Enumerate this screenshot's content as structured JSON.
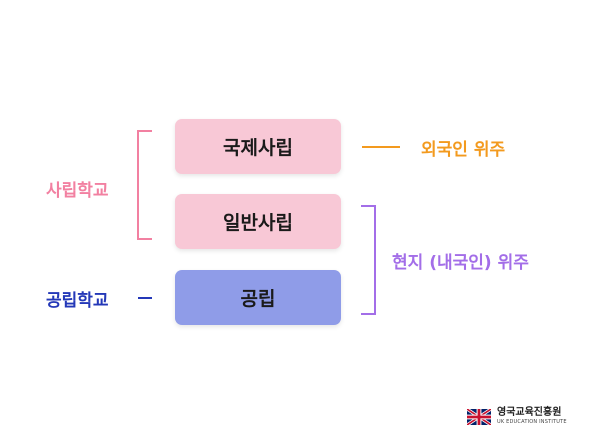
{
  "boxes": {
    "international_private": "국제사립",
    "general_private": "일반사립",
    "public": "공립"
  },
  "groups": {
    "private_school": "사립학교",
    "public_school": "공립학교"
  },
  "focus": {
    "foreigner": "외국인 위주",
    "local": "현지 (내국인) 위주"
  },
  "logo": {
    "name": "영국교육진흥원",
    "subtitle": "UK EDUCATION INSTITUTE"
  },
  "colors": {
    "pink_box": "#f8c8d6",
    "blue_box": "#8f9ce8",
    "private_label": "#f280a1",
    "public_label": "#2438b8",
    "foreigner_label": "#f39a1e",
    "local_label": "#a36ee8"
  }
}
